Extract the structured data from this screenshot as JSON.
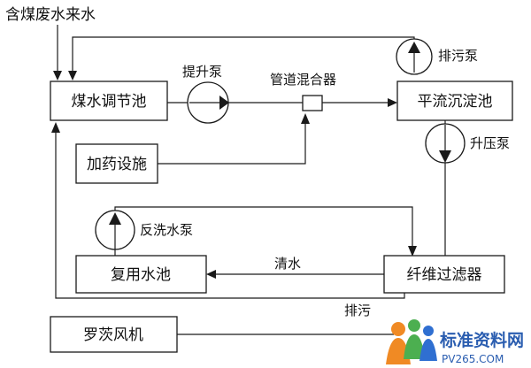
{
  "diagram": {
    "source": "含煤废水来水",
    "boxes": {
      "regulating_tank": "煤水调节池",
      "sedimentation_tank": "平流沉淀池",
      "dosing": "加药设施",
      "reuse_tank": "复用水池",
      "fiber_filter": "纤维过滤器",
      "roots_blower": "罗茨风机"
    },
    "labels": {
      "lift_pump": "提升泵",
      "pipe_mixer": "管道混合器",
      "sludge_pump": "排污泵",
      "booster_pump": "升压泵",
      "backwash_pump": "反洗水泵",
      "clean_water": "清水",
      "sewage": "排污"
    }
  },
  "watermark": {
    "title": "标准资料网",
    "url": "PV265.COM"
  },
  "colors": {
    "stroke": "#1a1a1a",
    "watermark_text": "#2a5db0",
    "logo_orange": "#f08a24",
    "logo_green": "#4caf50",
    "logo_blue": "#2f6fd1"
  }
}
